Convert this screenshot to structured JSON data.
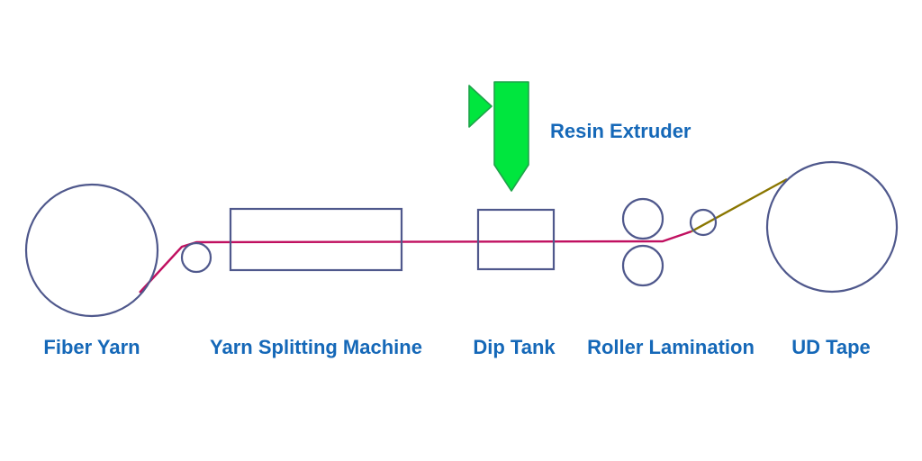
{
  "diagram": {
    "labels": {
      "fiber_yarn": "Fiber Yarn",
      "yarn_splitting_machine": "Yarn Splitting Machine",
      "dip_tank": "Dip Tank",
      "roller_lamination": "Roller Lamination",
      "ud_tape": "UD Tape",
      "resin_extruder": "Resin Extruder"
    },
    "colors": {
      "background": "#ffffff",
      "outline": "#4f588c",
      "label_text": "#1568b8",
      "extruder_fill": "#00e63e",
      "extruder_outline": "#1fa34a",
      "process_line": "#c01060",
      "tape_line": "#8a7600"
    }
  }
}
